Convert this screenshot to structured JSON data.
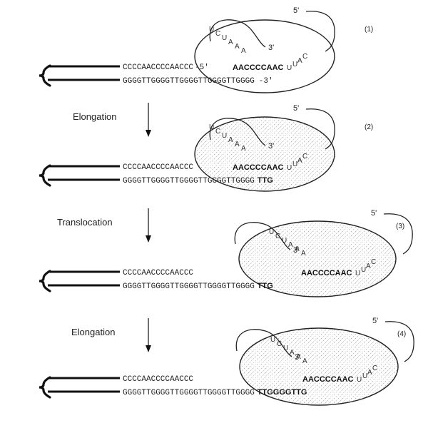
{
  "panels": [
    {
      "number": "(1)",
      "top_strand": "CCCCAACCCCAACCC",
      "top_end": "-5'",
      "bottom_strand": "GGGGTTGGGGTTGGGGTTGGGGTTGGGG",
      "bottom_added": "",
      "bottom_end": "-3'",
      "template": "AACCCCAAC",
      "rna_left": [
        "U",
        "C",
        "U",
        "A",
        "A",
        "A"
      ],
      "rna_right": [
        "U",
        "U",
        "A",
        "C"
      ],
      "five_prime": "5'",
      "three_prime": "3'"
    },
    {
      "number": "(2)",
      "top_strand": "CCCCAACCCCAACCC",
      "top_end": "",
      "bottom_strand": "GGGGTTGGGGTTGGGGTTGGGGTTGGGG",
      "bottom_added": "TTG",
      "bottom_end": "",
      "template": "AACCCCAAC",
      "rna_left": [
        "U",
        "C",
        "U",
        "A",
        "A",
        "A"
      ],
      "rna_right": [
        "U",
        "U",
        "A",
        "C"
      ],
      "five_prime": "5'",
      "three_prime": "3'"
    },
    {
      "number": "(3)",
      "top_strand": "CCCCAACCCCAACCC",
      "top_end": "",
      "bottom_strand": "GGGGTTGGGGTTGGGGTTGGGGTTGGGG",
      "bottom_added": "TTG",
      "bottom_end": "",
      "template": "AACCCCAAC",
      "rna_left": [
        "U",
        "C",
        "U",
        "A",
        "A",
        "A"
      ],
      "rna_right": [
        "U",
        "U",
        "A",
        "C"
      ],
      "five_prime": "5'",
      "three_prime": "3'"
    },
    {
      "number": "(4)",
      "top_strand": "CCCCAACCCCAACCC",
      "top_end": "",
      "bottom_strand": "GGGGTTGGGGTTGGGGTTGGGGTTGGGG",
      "bottom_added": "TTGGGGTTG",
      "bottom_end": "",
      "template": "AACCCCAAC",
      "rna_left": [
        "U",
        "C",
        "U",
        "A",
        "A",
        "A"
      ],
      "rna_right": [
        "U",
        "U",
        "A",
        "C"
      ],
      "five_prime": "5'",
      "three_prime": "3'"
    }
  ],
  "steps": [
    "Elongation",
    "Translocation",
    "Elongation"
  ]
}
